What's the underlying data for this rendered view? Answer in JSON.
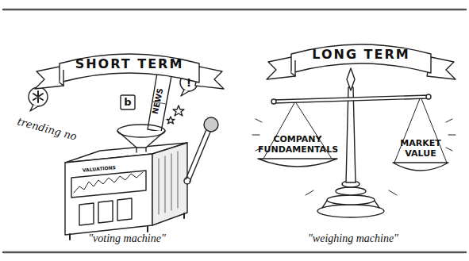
{
  "diagram": {
    "nodes": [
      {
        "text": [
          "SHORT TERM"
        ]
      },
      {
        "text": [
          "LONG TERM"
        ]
      },
      {
        "text": [
          "COMPANY FUNDAMENTALS"
        ]
      },
      {
        "text": [
          "MARKET VALUE"
        ]
      }
    ],
    "labels": [
      "trending no",
      "NEWS",
      "VALUATIONS",
      "b",
      "!",
      "\"voting machine\"",
      "\"weighing machine\""
    ]
  }
}
